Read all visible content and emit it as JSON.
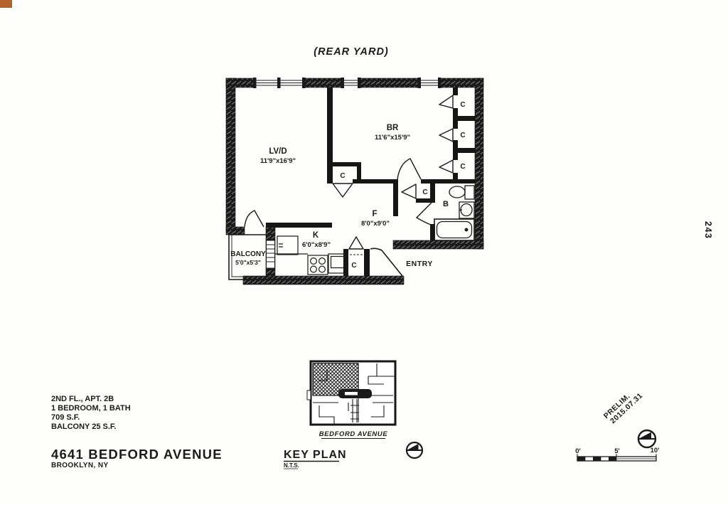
{
  "page": {
    "rear_yard": "(REAR YARD)",
    "page_number": "243",
    "prelim": {
      "line1": "PRELIM.",
      "line2": "2015.07.31"
    }
  },
  "plan": {
    "living": {
      "name": "LV/D",
      "dims": "11'9\"x16'9\""
    },
    "bedroom": {
      "name": "BR",
      "dims": "11'6\"x15'9\""
    },
    "kitchen": {
      "name": "K",
      "dims": "6'0\"x8'9\""
    },
    "foyer": {
      "name": "F",
      "dims": "8'0\"x9'0\""
    },
    "bath": {
      "name": "B"
    },
    "balcony": {
      "name": "BALCONY",
      "dims": "5'0\"x5'3\""
    },
    "entry": {
      "name": "ENTRY"
    },
    "closet": {
      "name": "C"
    }
  },
  "info": {
    "line1": "2ND FL., APT. 2B",
    "line2": "1 BEDROOM, 1 BATH",
    "line3": "709 S.F.",
    "line4": "BALCONY 25 S.F.",
    "address": "4641 BEDFORD AVENUE",
    "city": "BROOKLYN, NY"
  },
  "key_plan": {
    "street": "BEDFORD AVENUE",
    "title": "KEY PLAN",
    "scale": "N.T.S."
  },
  "scale_bar": {
    "tick0": "0'",
    "tick5": "5'",
    "tick10": "10'"
  },
  "colors": {
    "ink": "#1b1b1b",
    "paper": "#fdfdfc",
    "corner_mark": "#b2622a"
  }
}
